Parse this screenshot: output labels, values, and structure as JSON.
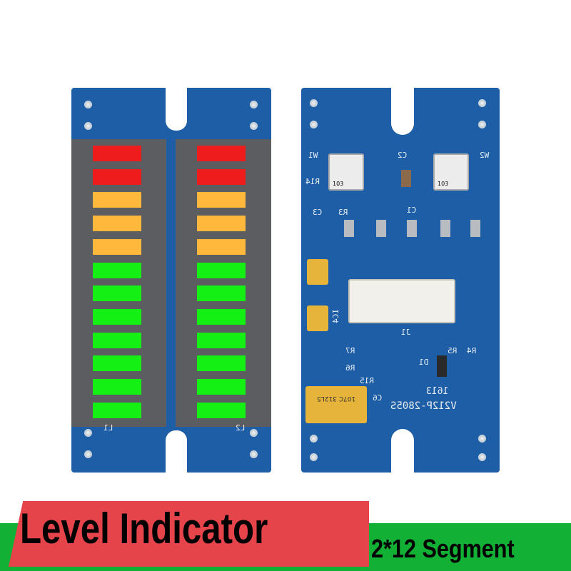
{
  "banner": {
    "title": "Level Indicator",
    "subtitle": "2*12 Segment"
  },
  "colors": {
    "pcb": "#1e5ea6",
    "red": "#ee1c1c",
    "amber": "#ffb83c",
    "green": "#14f014",
    "banner_red": "#e5444b",
    "banner_green": "#12b035"
  },
  "led_bar": {
    "segments": [
      "red",
      "red",
      "amber",
      "amber",
      "amber",
      "green",
      "green",
      "green",
      "green",
      "green",
      "green",
      "green"
    ]
  },
  "silkscreen": {
    "l1": "L1",
    "l2": "L2",
    "w1": "W1",
    "w2": "W2",
    "c1": "C1",
    "c2": "C2",
    "c3": "C3",
    "r3": "R3",
    "r14": "R14",
    "ic4": "IC4",
    "j1": "J1",
    "r7": "R7",
    "r6": "R6",
    "r15": "R15",
    "r4": "R4",
    "r5": "R5",
    "d1": "D1",
    "c6": "C6",
    "date": "1613",
    "model": "V212P-2805S",
    "pot": "103",
    "cap_big": "107C 312L5"
  }
}
